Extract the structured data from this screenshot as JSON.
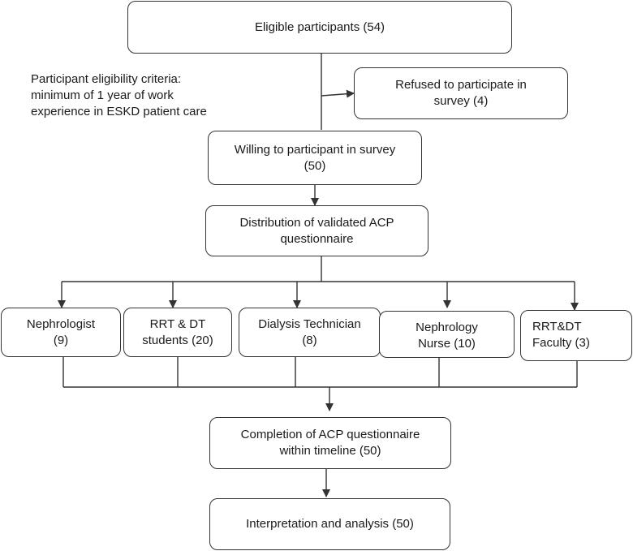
{
  "eligible": {
    "text": "Eligible participants (54)"
  },
  "criteria": {
    "lines": [
      "Participant eligibility criteria:",
      "minimum of 1 year of work",
      "experience in ESKD patient care"
    ]
  },
  "refused": {
    "lines": [
      "Refused to participate in",
      "survey (4)"
    ]
  },
  "willing": {
    "lines": [
      "Willing to participant in survey",
      "(50)"
    ]
  },
  "distribution": {
    "lines": [
      "Distribution of validated ACP",
      "questionnaire"
    ]
  },
  "groups": [
    {
      "lines": [
        "Nephrologist",
        "(9)"
      ]
    },
    {
      "lines": [
        "RRT & DT",
        "students (20)"
      ]
    },
    {
      "lines": [
        "Dialysis Technician",
        "(8)"
      ]
    },
    {
      "lines": [
        "Nephrology",
        "Nurse (10)"
      ]
    },
    {
      "lines": [
        "RRT&DT",
        "Faculty (3)"
      ]
    }
  ],
  "completion": {
    "lines": [
      "Completion of ACP questionnaire",
      "within timeline (50)"
    ]
  },
  "interpretation": {
    "text": "Interpretation and analysis (50)"
  },
  "colors": {
    "line": "#333333",
    "border": "#333333",
    "text": "#1a1a1a"
  }
}
